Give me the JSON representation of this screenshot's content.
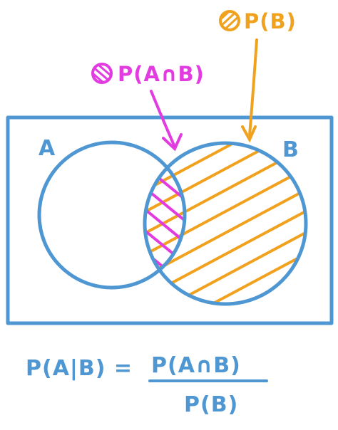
{
  "colors": {
    "blue": "#4f97d2",
    "orange": "#f0a21f",
    "magenta": "#e23be0",
    "background": "#ffffff"
  },
  "labels": {
    "set_a": "A",
    "set_b": "B",
    "p_b_label": "P(B)",
    "p_a_and_b_label": "P(A∩B)",
    "formula_lhs": "P(A|B) =",
    "formula_numerator": "P(A∩B)",
    "formula_denominator": "P(B)"
  },
  "legend": {
    "p_b_swatch_icon": "orange-hatched-circle-icon",
    "p_a_and_b_swatch_icon": "magenta-hatched-circle-icon"
  }
}
